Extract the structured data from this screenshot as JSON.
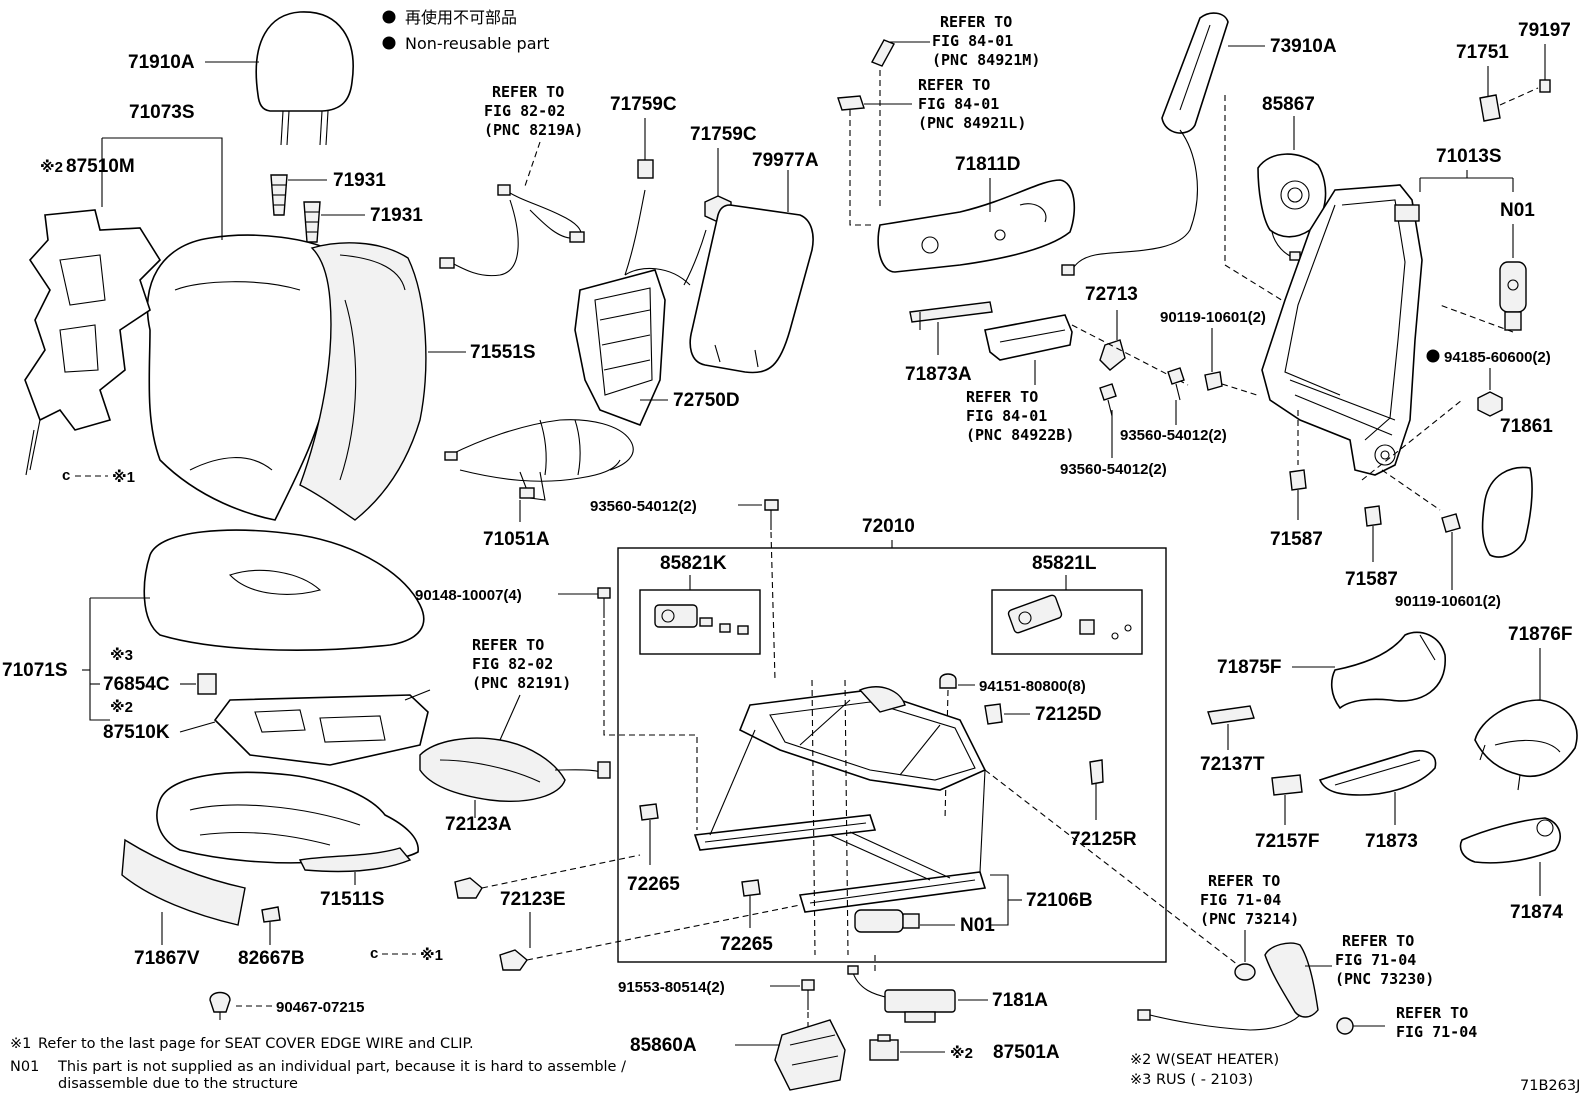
{
  "legend": {
    "jp": "再使用不可部品",
    "en": "Non-reusable part"
  },
  "labels": {
    "p71910A": "71910A",
    "p71073S": "71073S",
    "p87510M_mark": "※2",
    "p87510M": "87510M",
    "p71931a": "71931",
    "p71931b": "71931",
    "p71551S": "71551S",
    "p_ref1_mark": "※1",
    "p71071S": "71071S",
    "p76854C_mark": "※3",
    "p76854C": "76854C",
    "p87510K_mark": "※2",
    "p87510K": "87510K",
    "p71867V": "71867V",
    "p82667B": "82667B",
    "p_ref1b_mark": "※1",
    "p90467": "90467-07215",
    "p71511S": "71511S",
    "p71759Ca": "71759C",
    "p71759Cb": "71759C",
    "p79977A": "79977A",
    "p72750D": "72750D",
    "p71051A": "71051A",
    "p93560a": "93560-54012(2)",
    "p90148": "90148-10007(4)",
    "p72123A": "72123A",
    "p72123E": "72123E",
    "p72010": "72010",
    "p85821K": "85821K",
    "p85821L": "85821L",
    "p94151": "94151-80800(8)",
    "p72125D": "72125D",
    "p72125R": "72125R",
    "p72265a": "72265",
    "p72265b": "72265",
    "p72106B": "72106B",
    "pN01b": "N01",
    "p91553": "91553-80514(2)",
    "p7181A": "7181A",
    "p85860A": "85860A",
    "p87501A_mark": "※2",
    "p87501A": "87501A",
    "p71811D": "71811D",
    "p73910A": "73910A",
    "p72713": "72713",
    "p71873A": "71873A",
    "p90119a": "90119-10601(2)",
    "p93560b": "93560-54012(2)",
    "p93560c": "93560-54012(2)",
    "p85867": "85867",
    "p71751": "71751",
    "p79197": "79197",
    "p71013S": "71013S",
    "pN01a": "N01",
    "p94185": "94185-60600(2)",
    "p71861": "71861",
    "p71587a": "71587",
    "p71587b": "71587",
    "p90119b": "90119-10601(2)",
    "p71875F": "71875F",
    "p71876F": "71876F",
    "p72137T": "72137T",
    "p72157F": "72157F",
    "p71873": "71873",
    "p71874": "71874",
    "code": "71B263J"
  },
  "refs": {
    "r1": [
      "REFER TO",
      "FIG 82-02",
      "(PNC 8219A)"
    ],
    "r2": [
      "REFER TO",
      "FIG 84-01",
      "(PNC 84921M)"
    ],
    "r3": [
      "REFER TO",
      "FIG 84-01",
      "(PNC 84921L)"
    ],
    "r4": [
      "REFER TO",
      "FIG 84-01",
      "(PNC 84922B)"
    ],
    "r5": [
      "REFER TO",
      "FIG 82-02",
      "(PNC 82191)"
    ],
    "r6": [
      "REFER TO",
      "FIG 71-04",
      "(PNC 73214)"
    ],
    "r7": [
      "REFER TO",
      "FIG 71-04",
      "(PNC 73230)"
    ],
    "r8": [
      "REFER TO",
      "FIG 71-04"
    ]
  },
  "notes": {
    "n1_mark": "※1",
    "n1": "Refer to the last page for SEAT COVER EDGE WIRE and CLIP.",
    "n2_mark": "N01",
    "n2a": "This part is not supplied as an individual part, because it is hard to assemble /",
    "n2b": "disassemble due to the structure",
    "n3": "※2 W(SEAT HEATER)",
    "n4": "※3 RUS (        - 2103)"
  }
}
